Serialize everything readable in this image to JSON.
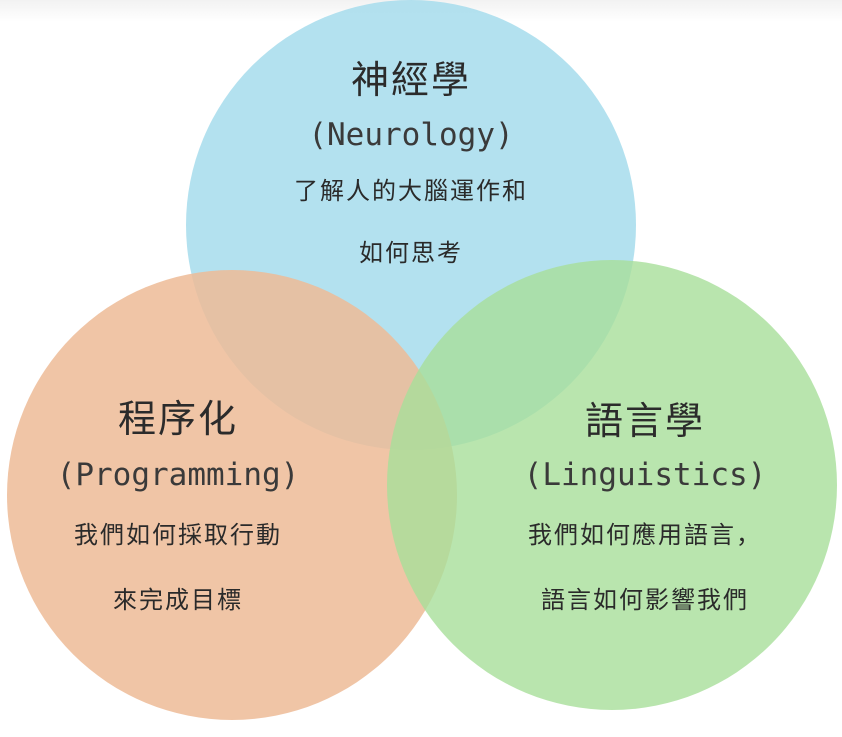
{
  "colors": {
    "neurology": "#a6dcec",
    "programming": "#edbb97",
    "linguistics": "#a8df9a"
  },
  "neurology": {
    "title": "神經學",
    "subtitle": "(Neurology)",
    "desc_line1": "了解人的大腦運作和",
    "desc_line2": "如何思考"
  },
  "programming": {
    "title": "程序化",
    "subtitle": "(Programming)",
    "desc_line1": "我們如何採取行動",
    "desc_line2": "來完成目標"
  },
  "linguistics": {
    "title": "語言學",
    "subtitle": "(Linguistics)",
    "desc_line1": "我們如何應用語言，",
    "desc_line2": "語言如何影響我們"
  }
}
